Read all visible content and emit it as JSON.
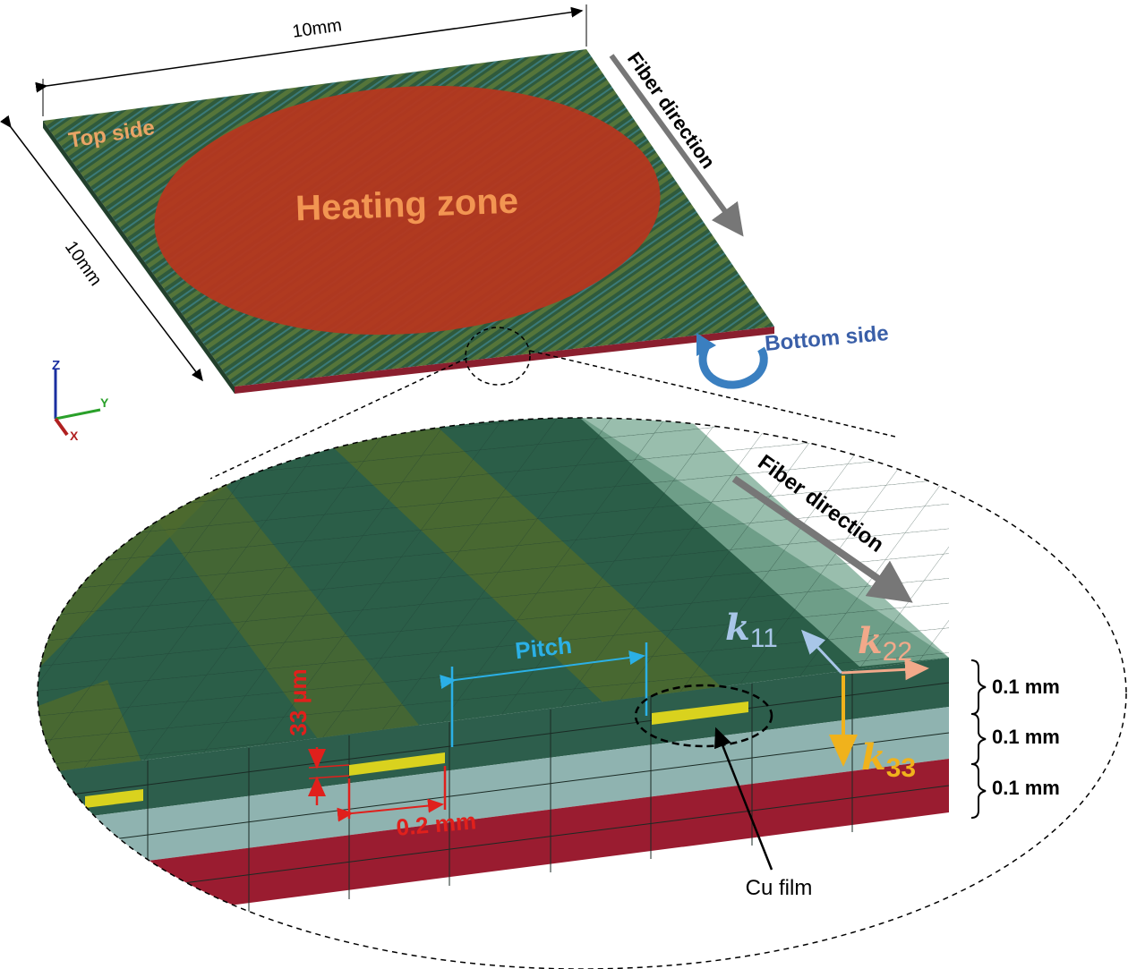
{
  "top_view": {
    "width_label": "10mm",
    "depth_label": "10mm",
    "top_side_label": "Top side",
    "heating_zone_label": "Heating zone",
    "fiber_direction_label": "Fiber direction",
    "bottom_side_label": "Bottom side"
  },
  "axes": {
    "z": "Z",
    "y": "Y",
    "x": "X"
  },
  "detail_view": {
    "fiber_direction_label": "Fiber direction",
    "pitch_label": "Pitch",
    "thickness_label": "33 μm",
    "width_label": "0.2 mm",
    "cu_film_label": "Cu film",
    "k11": {
      "k": "k",
      "sub": "11"
    },
    "k22": {
      "k": "k",
      "sub": "22"
    },
    "k33": {
      "k": "k",
      "sub": "33"
    },
    "layer_labels": [
      "0.1 mm",
      "0.1 mm",
      "0.1 mm"
    ]
  },
  "colors": {
    "heating": "#b5371f",
    "plate": "#2f5a3c",
    "pitch": "#2bb0e6",
    "dimension_red": "#e0201c",
    "k11": "#a8c6e8",
    "k22": "#f2a98a",
    "k33": "#f0b21c",
    "bottom_side": "#3a5fa8"
  }
}
